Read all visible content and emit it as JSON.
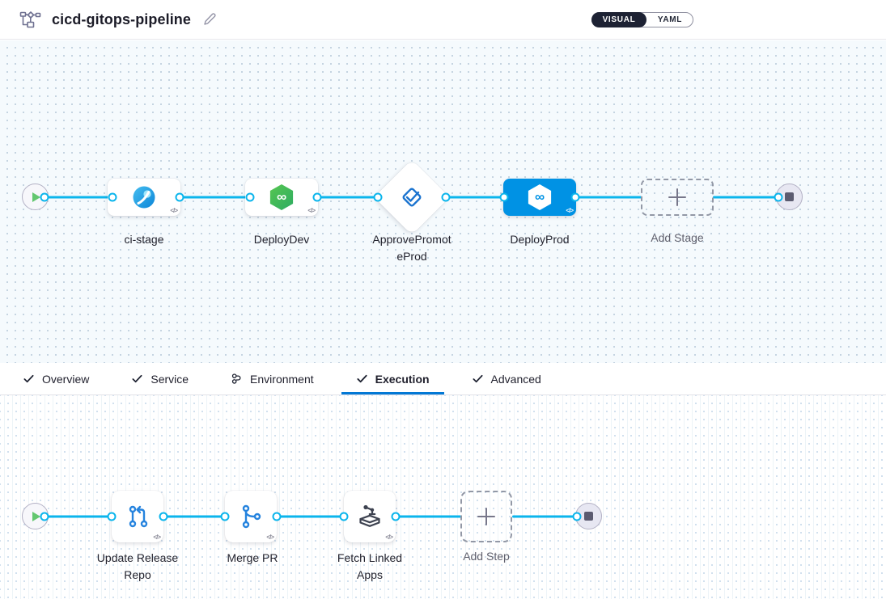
{
  "header": {
    "title": "cicd-gitops-pipeline",
    "mode_toggle": {
      "visual_label": "VISUAL",
      "yaml_label": "YAML",
      "active": "VISUAL"
    }
  },
  "icons": {
    "code_badge": "</>",
    "infinity_glyph": "∞"
  },
  "stage_pipeline": {
    "stages": [
      {
        "label": "ci-stage",
        "type": "ci-build",
        "selected": false
      },
      {
        "label": "DeployDev",
        "type": "gitops-deploy",
        "selected": false
      },
      {
        "label": "ApprovePromoteProd",
        "type": "approval",
        "selected": false
      },
      {
        "label": "DeployProd",
        "type": "gitops-deploy",
        "selected": true
      }
    ],
    "add_stage_label": "Add Stage"
  },
  "config_tabs": {
    "active": "Execution",
    "items": [
      {
        "label": "Overview",
        "icon": "check"
      },
      {
        "label": "Service",
        "icon": "check"
      },
      {
        "label": "Environment",
        "icon": "environment"
      },
      {
        "label": "Execution",
        "icon": "check"
      },
      {
        "label": "Advanced",
        "icon": "check"
      }
    ]
  },
  "execution_steps": {
    "steps": [
      {
        "label": "Update Release Repo",
        "type": "update-release-repo"
      },
      {
        "label": "Merge PR",
        "type": "merge-pr"
      },
      {
        "label": "Fetch Linked Apps",
        "type": "fetch-linked-apps"
      }
    ],
    "add_step_label": "Add Step"
  },
  "colors": {
    "accent_blue": "#0092E4",
    "connector_blue": "#0BB5EC",
    "tab_underline_blue": "#0278D5",
    "play_green": "#63C76F",
    "hexagon_green": "#3FBA54",
    "canvas_tint": "#F5FAFD"
  }
}
